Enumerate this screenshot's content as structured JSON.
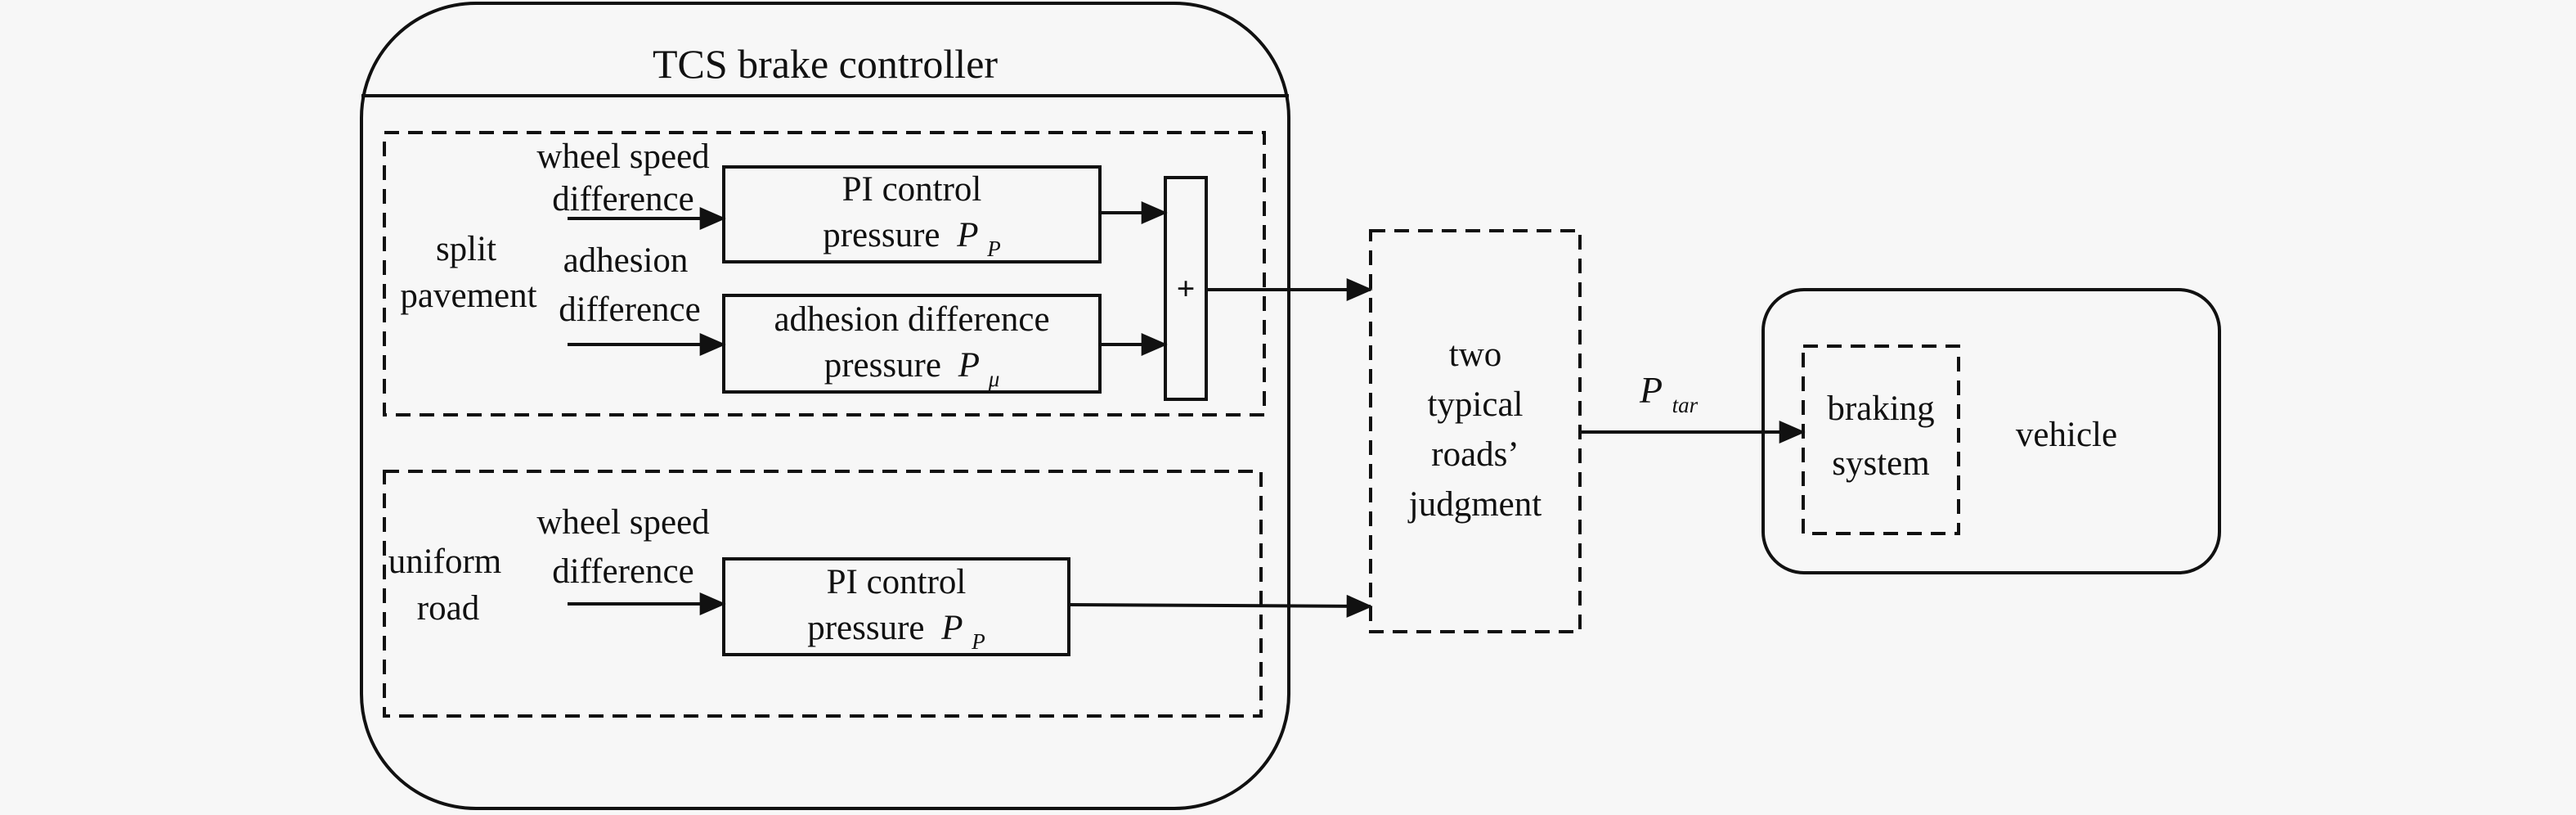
{
  "controller": {
    "title": "TCS brake controller"
  },
  "split": {
    "case_line1": "split",
    "case_line2": "pavement",
    "input1_line1": "wheel speed",
    "input1_line2": "difference",
    "block1_line1": "PI control",
    "block1_line2": "pressure",
    "block1_symbol": "P",
    "block1_sub": "P",
    "input2_line1": "adhesion",
    "input2_line2": "difference",
    "block2_line1": "adhesion difference",
    "block2_line2": "pressure",
    "block2_symbol": "P",
    "block2_sub": "μ",
    "sum_sign": "+"
  },
  "uniform": {
    "case_line1": "uniform",
    "case_line2": "road",
    "input_line1": "wheel speed",
    "input_line2": "difference",
    "block_line1": "PI control",
    "block_line2": "pressure",
    "block_symbol": "P",
    "block_sub": "P"
  },
  "judgment": {
    "line1": "two",
    "line2": "typical",
    "line3": "roads’",
    "line4": "judgment"
  },
  "signal": {
    "symbol": "P",
    "sub": "tar"
  },
  "vehicle": {
    "label": "vehicle",
    "inner_line1": "braking",
    "inner_line2": "system"
  }
}
